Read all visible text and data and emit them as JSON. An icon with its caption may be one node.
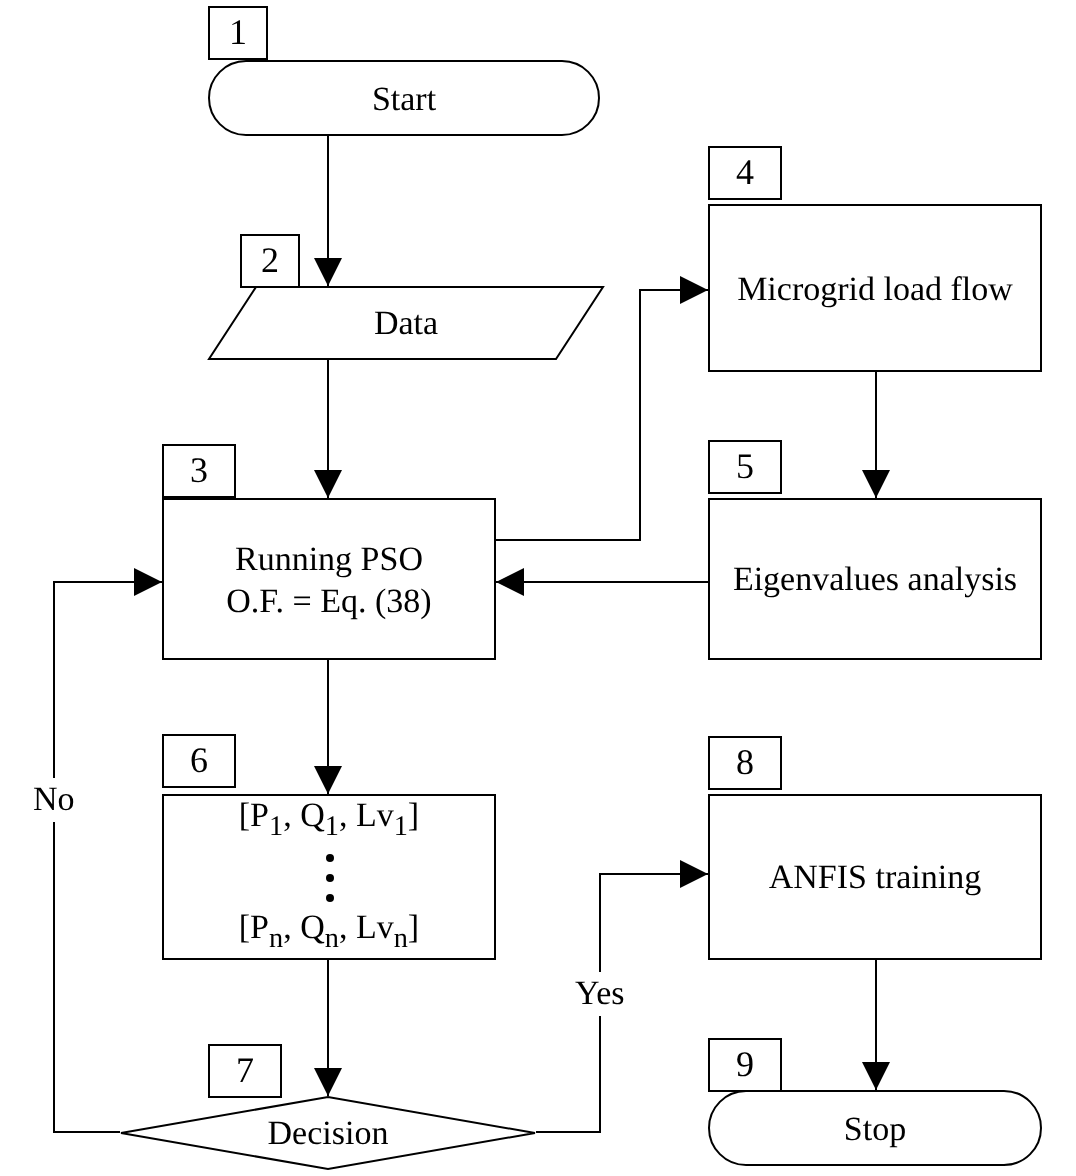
{
  "diagram": {
    "nodes": [
      {
        "text": [
          "Start"
        ],
        "beside": [
          "1"
        ]
      },
      {
        "text": [
          "Data"
        ],
        "beside": [
          "2"
        ]
      },
      {
        "text": [
          "Running PSO",
          "O.F. = Eq. (38)"
        ],
        "beside": [
          "3"
        ]
      },
      {
        "text": [
          "Microgrid load flow"
        ],
        "beside": [
          "4"
        ]
      },
      {
        "text": [
          "Eigenvalues analysis"
        ],
        "beside": [
          "5"
        ]
      },
      {
        "text": [
          "[P$_{1}$, Q$_{1}$, Lv$_{1}$]",
          "[P$_{n}$, Q$_{n}$, Lv$_{n}$]"
        ],
        "beside": [
          "6"
        ]
      },
      {
        "text": [
          "Decision"
        ],
        "beside": [
          "7"
        ]
      },
      {
        "text": [
          "ANFIS training"
        ],
        "beside": [
          "8"
        ]
      },
      {
        "text": [
          "Stop"
        ],
        "beside": [
          "9"
        ]
      }
    ],
    "edges": [
      {
        "from": 0,
        "to": 1,
        "arrow": "to"
      },
      {
        "from": 1,
        "to": 2,
        "arrow": "to"
      },
      {
        "from": 2,
        "to": 3,
        "arrow": "to"
      },
      {
        "from": 3,
        "to": 4,
        "arrow": "to"
      },
      {
        "from": 4,
        "to": 2,
        "arrow": "to"
      },
      {
        "from": 2,
        "to": 5,
        "arrow": "to"
      },
      {
        "from": 5,
        "to": 6,
        "arrow": "to"
      },
      {
        "from": 6,
        "to": 2,
        "arrow": "to",
        "label": "No"
      },
      {
        "from": 6,
        "to": 7,
        "arrow": "to",
        "label": "Yes"
      },
      {
        "from": 7,
        "to": 8,
        "arrow": "to"
      }
    ]
  }
}
